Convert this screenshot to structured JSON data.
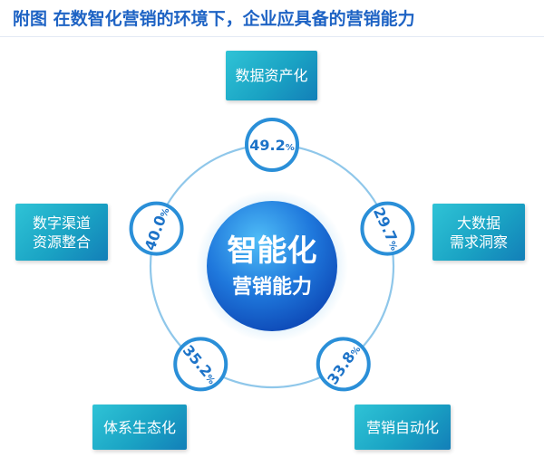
{
  "title": "附图  在数智化营销的环境下，企业应具备的营销能力",
  "center": {
    "line1": "智能化",
    "line2": "营销能力"
  },
  "nodes": [
    {
      "id": "data-asset",
      "value": "49.2",
      "unit": "%",
      "label_lines": [
        "数据资产化"
      ]
    },
    {
      "id": "big-data",
      "value": "29.7",
      "unit": "%",
      "label_lines": [
        "大数据",
        "需求洞察"
      ]
    },
    {
      "id": "automation",
      "value": "33.8",
      "unit": "%",
      "label_lines": [
        "营销自动化"
      ]
    },
    {
      "id": "ecosystem",
      "value": "35.2",
      "unit": "%",
      "label_lines": [
        "体系生态化"
      ]
    },
    {
      "id": "channel",
      "value": "40.0",
      "unit": "%",
      "label_lines": [
        "数字渠道",
        "资源整合"
      ]
    }
  ],
  "colors": {
    "accent": "#1e63c4",
    "ring": "#8fc7ea",
    "node_stroke": "#2a8fd8",
    "node_text": "#1d73c8",
    "center_top": "#4ab4f5",
    "center_bottom": "#0f4fc0",
    "box": "#1aa3c4"
  }
}
